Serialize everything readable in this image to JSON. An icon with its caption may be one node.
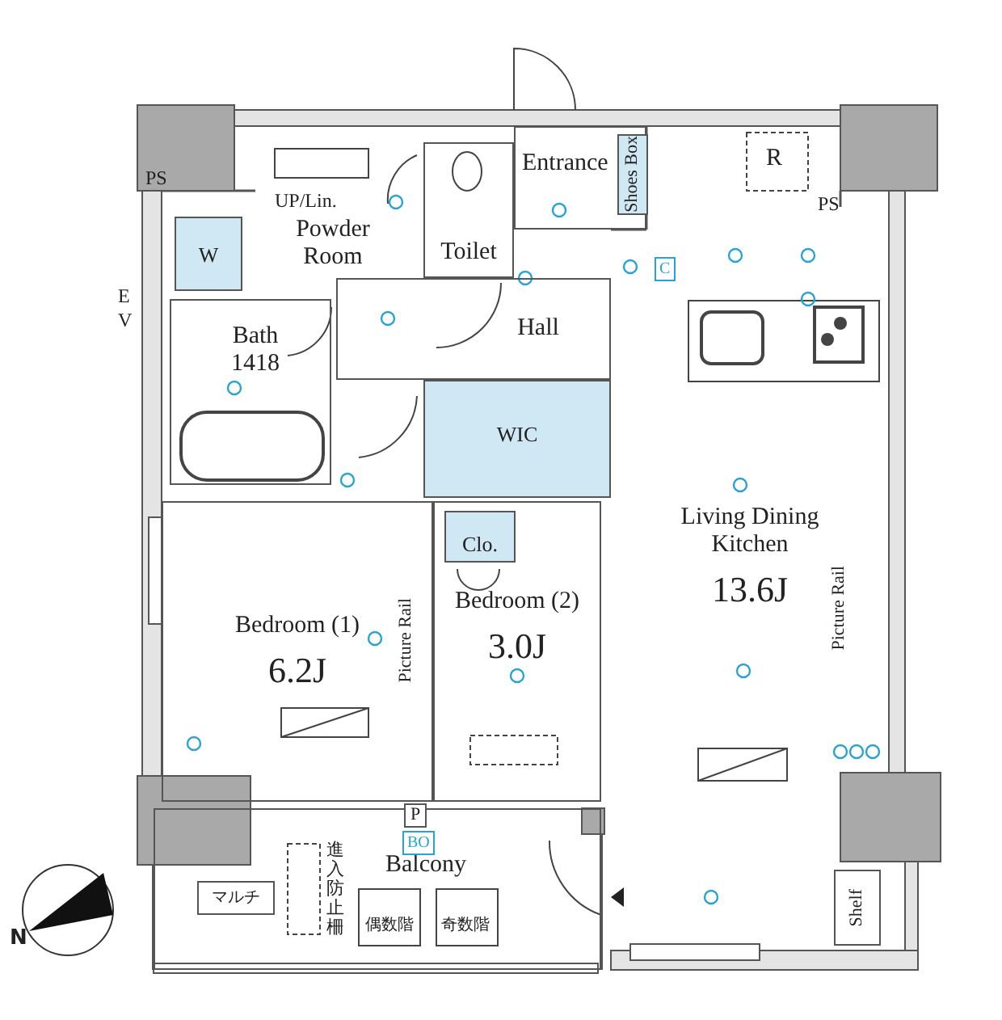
{
  "diagram": {
    "nodes": [
      {
        "text": [
          "Powder Room"
        ]
      },
      {
        "text": [
          "Toilet"
        ]
      },
      {
        "text": [
          "Entrance"
        ]
      },
      {
        "text": [
          "Shoes Box"
        ],
        "in": 2
      },
      {
        "text": [
          "W"
        ]
      },
      {
        "text": [
          "Hall"
        ]
      },
      {
        "text": [
          "Bath 1418"
        ]
      },
      {
        "text": [
          "WIC"
        ]
      },
      {
        "text": [
          "Living Dining Kitchen",
          "13.6J"
        ]
      },
      {
        "text": [
          "Bedroom (1)",
          "6.2J"
        ]
      },
      {
        "text": [
          "Bedroom (2)",
          "3.0J"
        ]
      },
      {
        "text": [
          "Clo."
        ],
        "in": 10
      },
      {
        "text": [
          "Shelf"
        ],
        "in": 8
      },
      {
        "text": [
          "Balcony"
        ]
      }
    ],
    "edges": [],
    "labels": [
      "PS",
      "UP/Lin.",
      "R",
      "PS",
      "EV",
      "C",
      "Picture Rail",
      "Picture Rail",
      "P",
      "BO",
      "マルチ",
      "進入防止柵",
      "偶数階",
      "奇数階",
      "N"
    ]
  }
}
